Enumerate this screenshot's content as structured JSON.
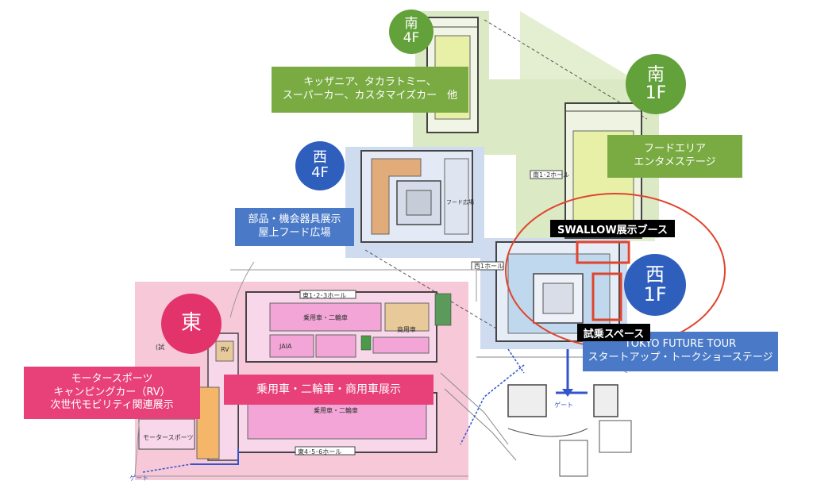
{
  "colors": {
    "green_zone": "#dbe9c4",
    "green_label": "#7aab43",
    "green_circle": "#63a13a",
    "blue_zone": "#cfdcf0",
    "blue_label": "#4a7ac7",
    "blue_circle": "#2f5fbd",
    "pink_zone": "#f6c8d8",
    "pink_label": "#e8417a",
    "pink_circle": "#e2336b",
    "building_pink": "#f2a5d6",
    "highlight_red": "#e0442c"
  },
  "floors": {
    "south4f": {
      "line1": "南",
      "line2": "4F"
    },
    "south1f": {
      "line1": "南",
      "line2": "1F"
    },
    "west4f": {
      "line1": "西",
      "line2": "4F"
    },
    "west1f": {
      "line1": "西",
      "line2": "1F"
    },
    "east": {
      "line1": "東"
    }
  },
  "labels": {
    "south4f": {
      "line1": "キッザニア、タカラトミー、",
      "line2": "スーパーカー、カスタマイズカー　他"
    },
    "south1f": {
      "line1": "フードエリア",
      "line2": "エンタメステージ"
    },
    "west4f": {
      "line1": "部品・機会器具展示",
      "line2": "屋上フード広場"
    },
    "west1f": {
      "line1": "TOKYO FUTURE TOUR",
      "line2": "スタートアップ・トークショーステージ"
    },
    "east": {
      "line1": "モータースポーツ",
      "line2": "キャンピングカー（RV）",
      "line3": "次世代モビリティ関連展示"
    },
    "east_center": {
      "line1": "乗用車・二輪車・商用車展示"
    }
  },
  "callouts": {
    "swallow": "SWALLOW展示ブース",
    "test_ride": "試乗スペース"
  },
  "map_text": {
    "south12_hall": "南1･2ホール",
    "west1_hall": "西1ホール",
    "east123_hall": "東1･2･3ホール",
    "east456_hall": "東4･5･6ホール",
    "food_plaza": "フード広場",
    "passenger_cars": "乗用車・二輪車",
    "commercial": "商用車",
    "passenger_cars_2": "乗用車・二輪車",
    "jaia": "JAIA",
    "rv": "RV",
    "motorsports": "モータースポーツ",
    "trial": "(試",
    "gate_west": "ゲート",
    "gate_east": "ゲート"
  }
}
